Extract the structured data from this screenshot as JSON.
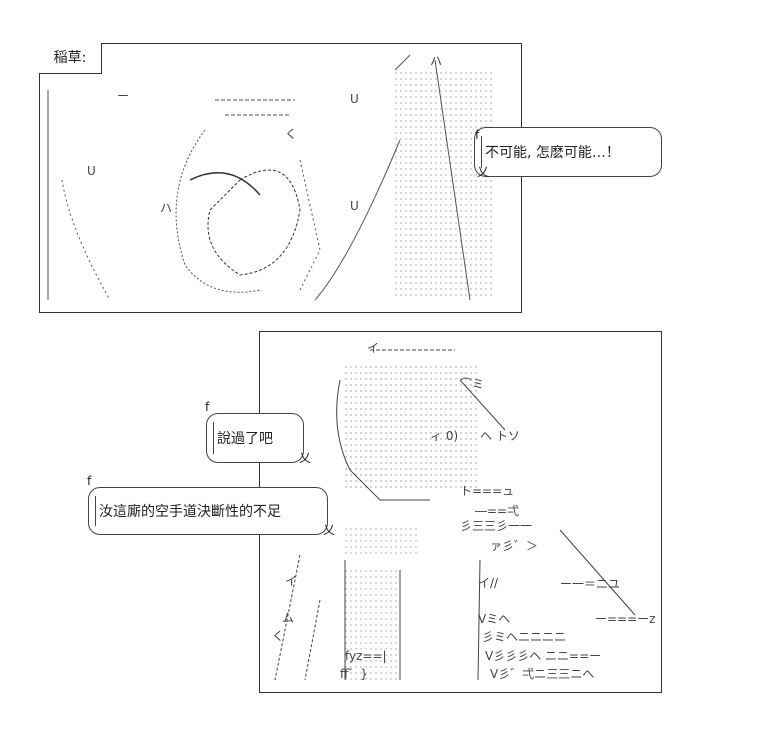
{
  "panel1": {
    "speaker": "稲草:"
  },
  "bubbles": [
    {
      "text": "不可能, 怎麽可能…！",
      "f": "f",
      "tail": "乂"
    },
    {
      "text": "說過了吧",
      "f": "f",
      "tail": "乂"
    },
    {
      "text": "汝這廝的空手道決斷性的不足",
      "f": "f",
      "tail": "乂"
    }
  ],
  "art": {
    "p1_glyphs": [
      "U",
      "U",
      "U",
      "ハ",
      "ハ",
      "く"
    ],
    "p2_glyphs": [
      "イ",
      "⌒ミ",
      "ヽ",
      "ィ 0)",
      "ヘ トソ",
      "ト===ュ",
      "―==弌",
      "彡三三彡一一",
      "ァ彡゛＞",
      "イ//",
      "ー一＝ニユ",
      "Vミヘ",
      "ー===ーz",
      "彡ミヘニニニニ",
      "V彡彡彡ヘ ニニ==ー",
      "V彡゛弌ニ三三ニヘ",
      "fyz==|",
      "ff゛}",
      "く",
      "ム",
      "イ"
    ]
  }
}
